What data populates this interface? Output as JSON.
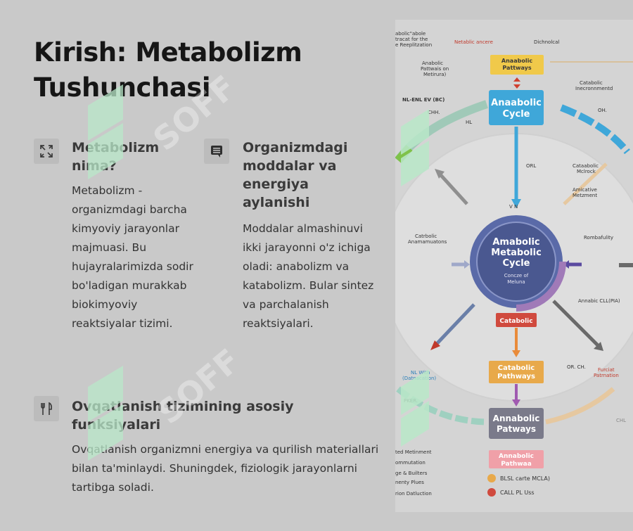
{
  "header": {
    "title": "Kirish: Metabolizm Tushunchasi"
  },
  "cards": [
    {
      "title": "Metabolizm nima?",
      "icon": "arrows-cycle-icon",
      "description": "Metabolizm - organizmdagi barcha kimyoviy jarayonlar majmuasi. Bu hujayralarimizda sodir bo'ladigan murakkab biokimyoviy reaktsiyalar tizimi."
    },
    {
      "title": "Organizmdagi moddalar va energiya aylanishi",
      "icon": "chat-lines-icon",
      "description": "Moddalar almashinuvi ikki jarayonni o'z ichiga oladi: anabolizm va katabolizm. Bular sintez va parchalanish reaktsiyalari."
    },
    {
      "title": "Ovqatlanish tizimining asosiy funksiyalari",
      "icon": "fork-knife-icon",
      "description": "Ovqatlanish organizmni energiya va qurilish materiallari bilan ta'minlaydi. Shuningdek, fiziologik jarayonlarni tartibga soladi."
    }
  ],
  "watermark": {
    "text": "SOFF"
  },
  "diagram": {
    "center": {
      "title_1": "Amabolic",
      "title_2": "Metabolic",
      "title_3": "Cycle",
      "sub_1": "Concze of",
      "sub_2": "Meluna"
    },
    "box_top": {
      "line1": "Anaabolic",
      "line2": "Pattways"
    },
    "box_cycle": {
      "line1": "Anaabolic",
      "line2": "Cycle"
    },
    "box_catabolic": "Catabolic",
    "box_catpath": {
      "line1": "Catabolic",
      "line2": "Pathways"
    },
    "box_anapat": {
      "line1": "Annabolic",
      "line2": "Patways"
    },
    "box_anapathwaa": {
      "line1": "Annabolic",
      "line2": "Pathwaa"
    },
    "labels": {
      "tl1": "abolic\"abole",
      "tl2": "tracat for the",
      "tl3": "e Reeplitzation",
      "netablic": "Netablic ancere",
      "dichnolcal": "Dichnolcal",
      "anabolic_pw1": "Anabolic",
      "anabolic_pw2": "Pattwais on",
      "anabolic_pw3": "Metirura)",
      "nl_enl": "NL-ENL EV (BC)",
      "chh": "CHH.",
      "hl": "HL",
      "catabolic_inc1": "Catabolic",
      "catabolic_inc2": "Inecronnmentd",
      "oh": "OH.",
      "orl": "ORL",
      "vn": "V  N",
      "cataabolic1": "Cataabolic",
      "cataabolic2": "Mclrock",
      "amicative1": "Amicative",
      "amicative2": "Metzment",
      "catrbolic1": "Catrbolic",
      "catrbolic2": "Anamamuatons",
      "rombafulity": "Rombafulity",
      "annabic_cll": "Annabic CLL(PIA)",
      "orch": "OR. CH.",
      "furciat1": "Furciat",
      "furciat2": "Patrnation",
      "nl_with1": "NL With",
      "nl_with2": "(Datnacation)",
      "pker": "PKER.",
      "chl": "CHL",
      "bl1": "ted Metinment",
      "bl2": "ommutation",
      "bl3": "ge & Builters",
      "bl4": "nenty Plues",
      "bl5": "rion Datluction",
      "legend1": "BLSL carte MCLA)",
      "legend2": "CALL PL Uss"
    }
  }
}
